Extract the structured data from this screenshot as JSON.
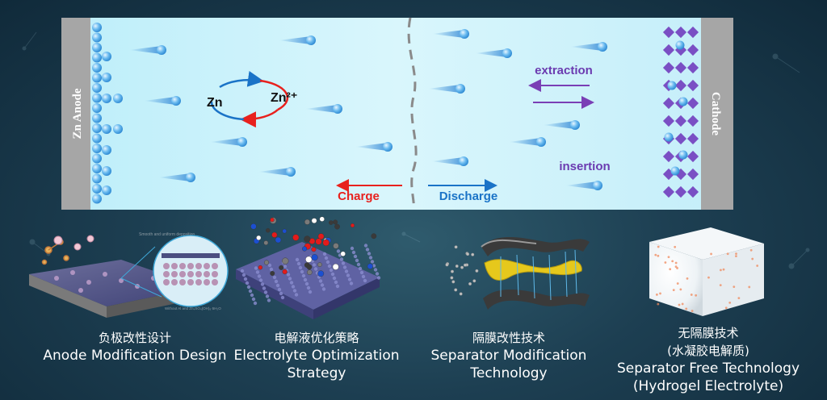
{
  "battery": {
    "anode_label": "Zn Anode",
    "cathode_label": "Cathode",
    "zn_label": "Zn",
    "zn_ion_label": "Zn²⁺",
    "charge_label": "Charge",
    "discharge_label": "Discharge",
    "extraction_label": "extraction",
    "insertion_label": "insertion",
    "colors": {
      "electrolyte": "#c9f1fb",
      "electrode": "#a6a6a6",
      "ion": "#4aa3e6",
      "charge": "#e8211d",
      "discharge": "#1a73c7",
      "arrow_text": "#6b3bb0",
      "cathode_crystal": "#7a4fc4"
    }
  },
  "panel_inset": {
    "top_text": "Smooth and uniform deposition",
    "bottom_text": "Without Al and Zn₄SO₄(OH)₆·5H₂O"
  },
  "strategies": [
    {
      "zh": "负极改性设计",
      "en": [
        "Anode Modification Design"
      ]
    },
    {
      "zh": "电解液优化策略",
      "en": [
        "Electrolyte Optimization",
        "Strategy"
      ]
    },
    {
      "zh": "隔膜改性技术",
      "en": [
        "Separator Modification",
        "Technology"
      ]
    },
    {
      "zh": "无隔膜技术",
      "zh2": "(水凝胶电解质)",
      "en": [
        "Separator Free Technology",
        "(Hydrogel Electrolyte)"
      ]
    }
  ]
}
